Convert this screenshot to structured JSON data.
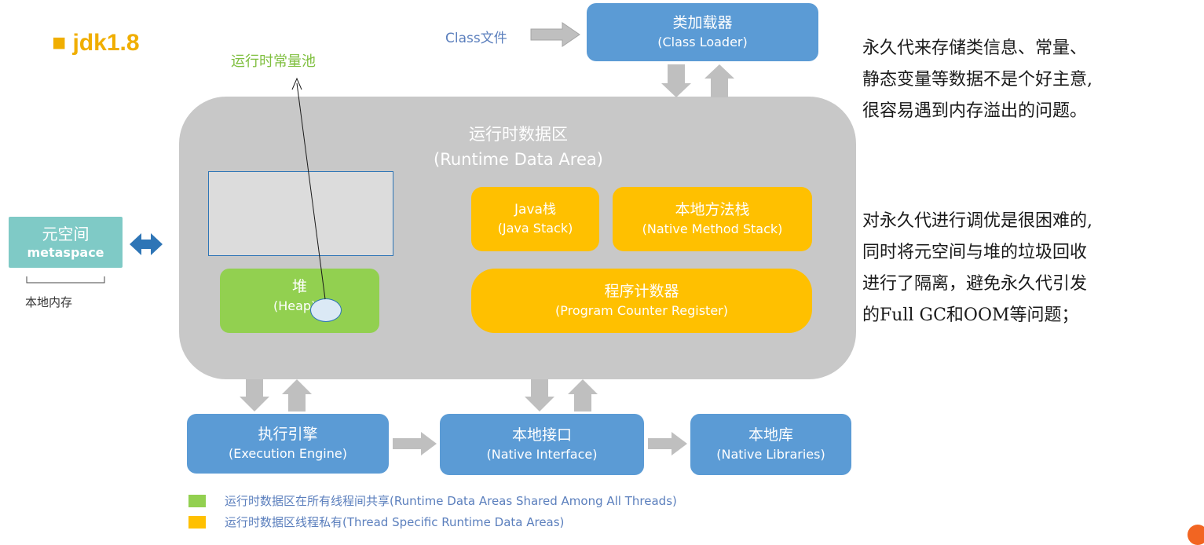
{
  "title": {
    "square": "■",
    "text": "jdk1.8"
  },
  "constant_pool_label": "运行时常量池",
  "class_file_label": "Class文件",
  "class_loader": {
    "cn": "类加载器",
    "en": "(Class Loader)"
  },
  "runtime_area": {
    "cn": "运行时数据区",
    "en": "(Runtime Data Area)"
  },
  "java_stack": {
    "cn": "Java栈",
    "en": "(Java Stack)"
  },
  "native_method_stack": {
    "cn": "本地方法栈",
    "en": "(Native Method Stack)"
  },
  "heap": {
    "cn": "堆",
    "en": "(Heap)"
  },
  "pc_register": {
    "cn": "程序计数器",
    "en": "(Program Counter Register)"
  },
  "metaspace": {
    "cn": "元空间",
    "en": "metaspace",
    "note": "本地内存"
  },
  "execution_engine": {
    "cn": "执行引擎",
    "en": "(Execution Engine)"
  },
  "native_interface": {
    "cn": "本地接口",
    "en": "(Native Interface)"
  },
  "native_libraries": {
    "cn": "本地库",
    "en": "(Native Libraries)"
  },
  "legend": {
    "shared": "运行时数据区在所有线程间共享(Runtime Data Areas Shared Among All Threads)",
    "private": "运行时数据区线程私有(Thread Specific Runtime Data Areas)"
  },
  "notes": {
    "p1": [
      "永久代来存储类信息、常量、",
      "静态变量等数据不是个好主意,",
      "很容易遇到内存溢出的问题。"
    ],
    "p2": [
      "对永久代进行调优是很困难的,",
      "同时将元空间与堆的垃圾回收",
      "进行了隔离，避免永久代引发",
      "的Full GC和OOM等问题；"
    ]
  },
  "colors": {
    "blue": "#5b9bd5",
    "orange": "#ffc000",
    "green": "#92d050",
    "gray": "#c8c8c8",
    "teal": "#7fcac6",
    "gold": "#f0ae00",
    "arrow_blue": "#2e75b6"
  }
}
